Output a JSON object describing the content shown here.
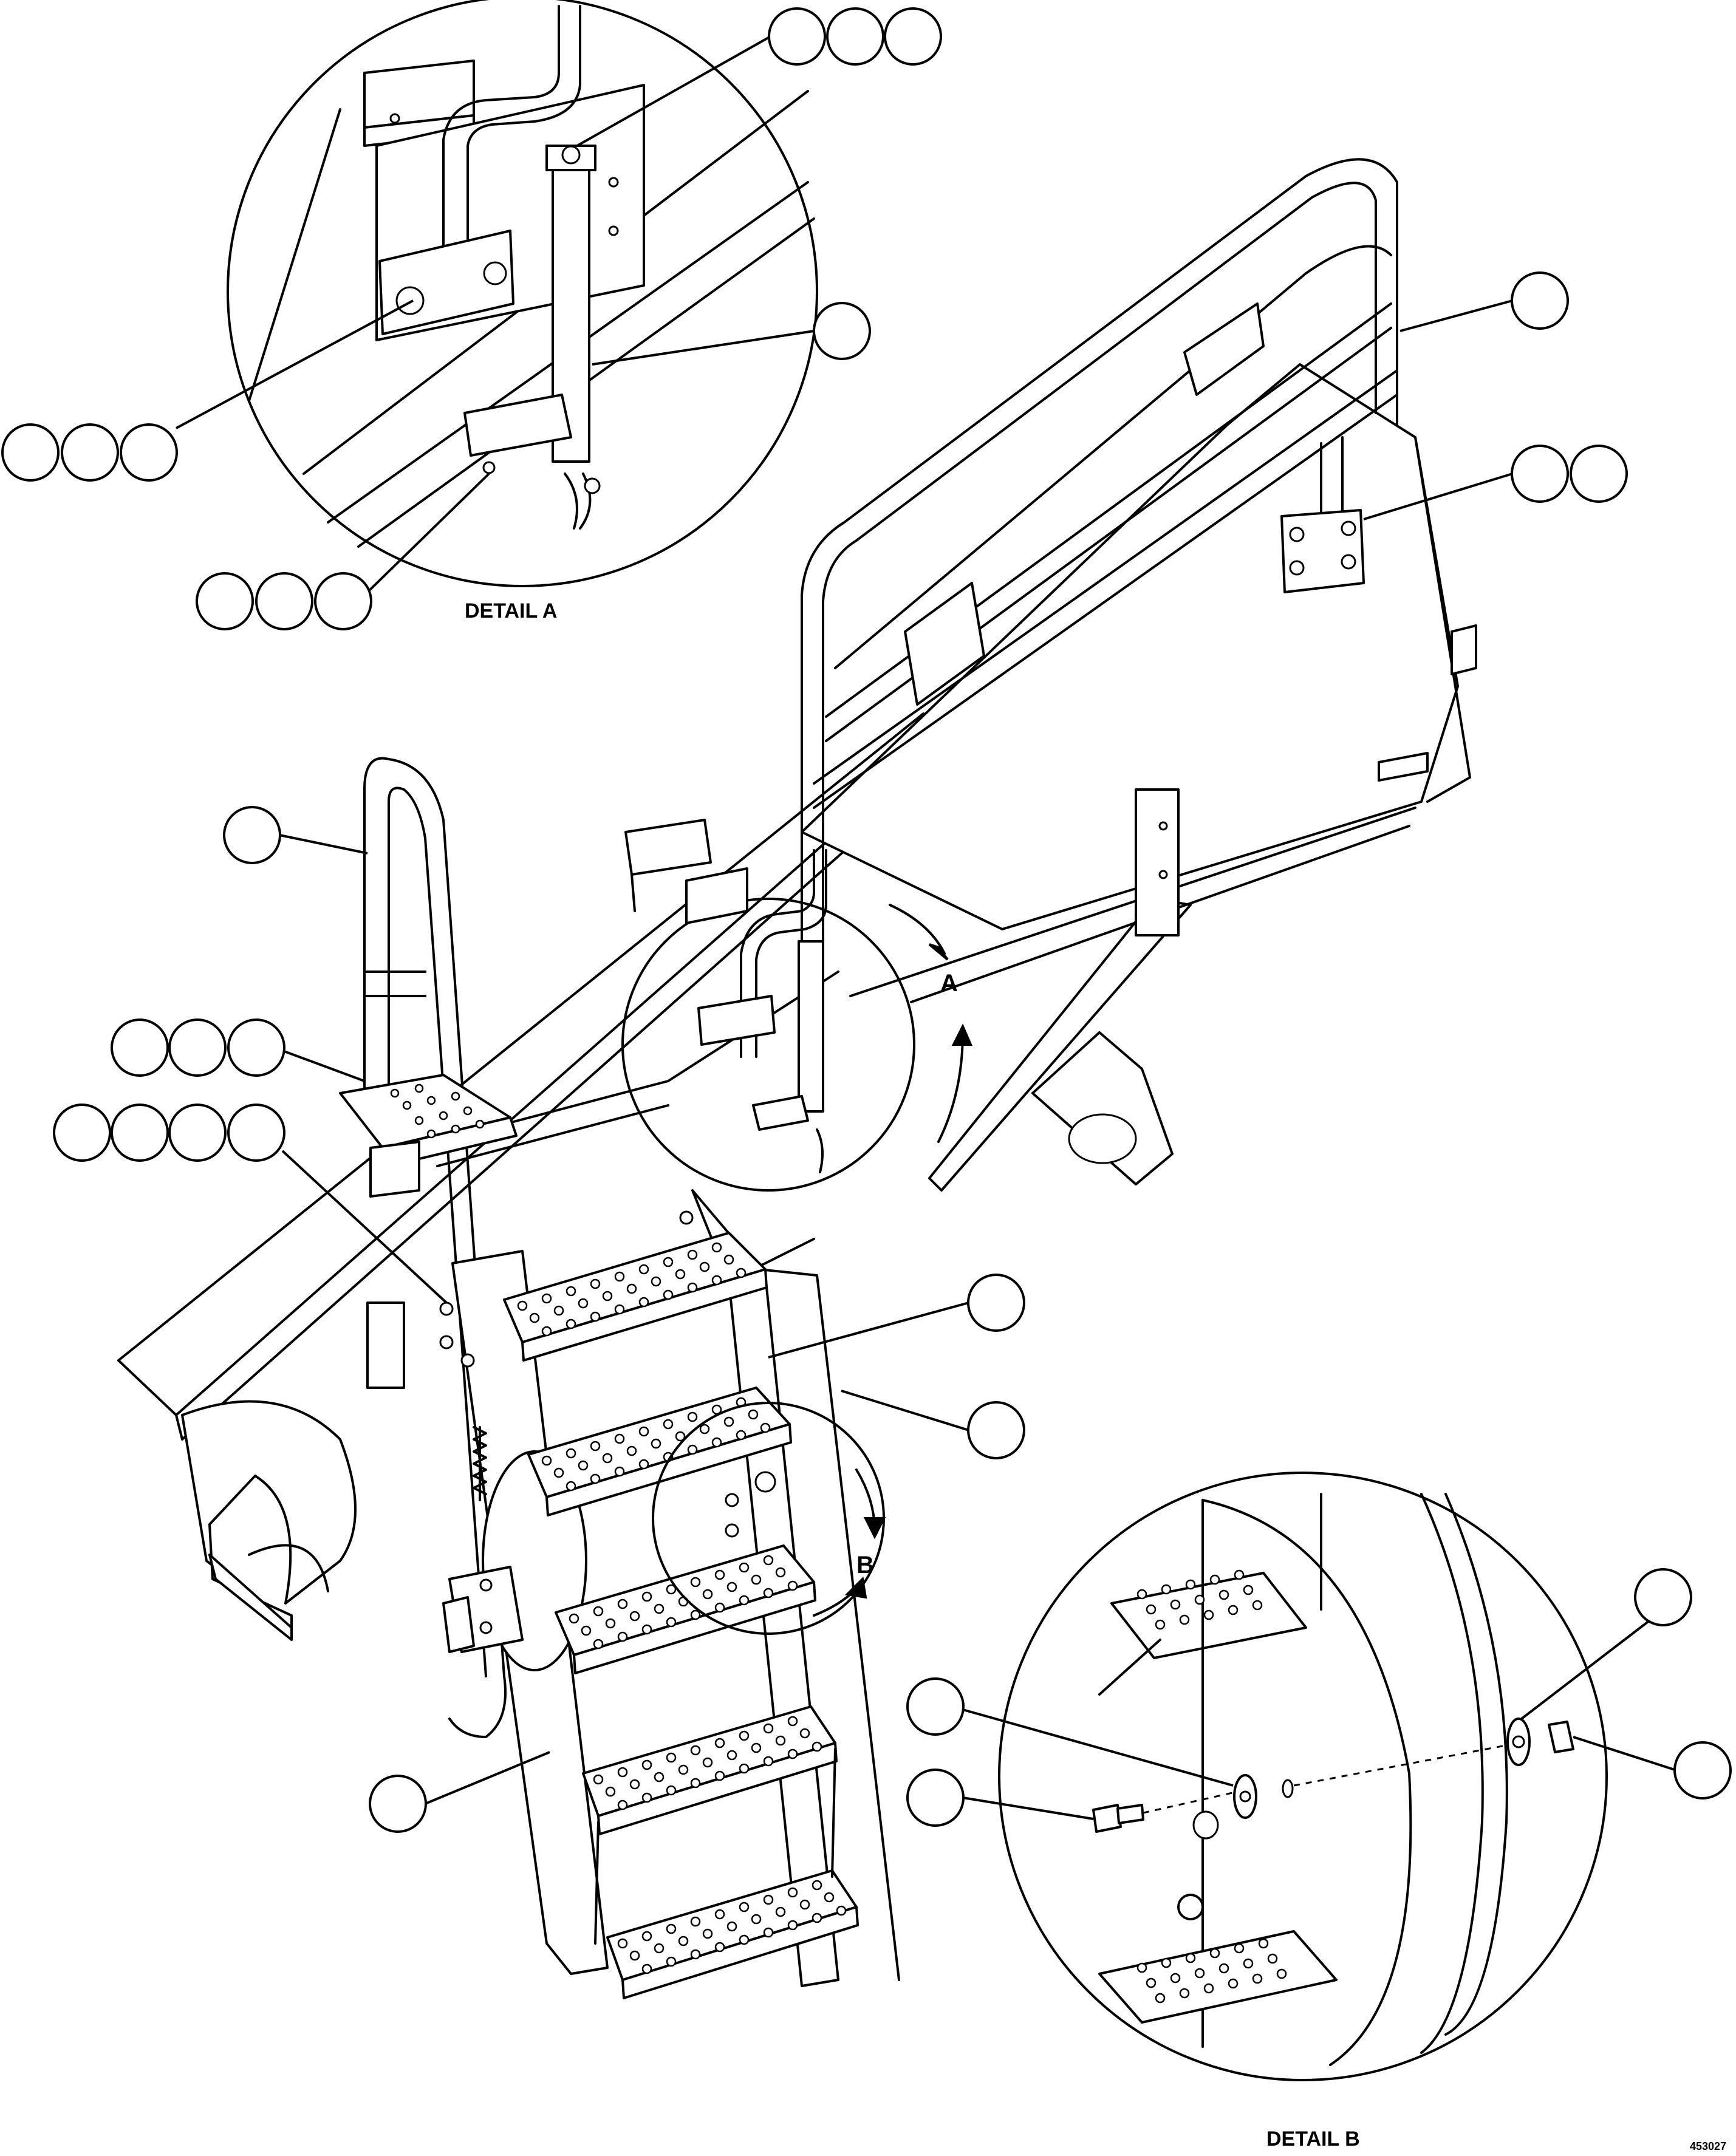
{
  "labels": {
    "detail_a_title": "DETAIL A",
    "detail_b_title": "DETAIL B",
    "view_marker_a": "A",
    "view_marker_b": "B",
    "drawing_number": "453027"
  }
}
